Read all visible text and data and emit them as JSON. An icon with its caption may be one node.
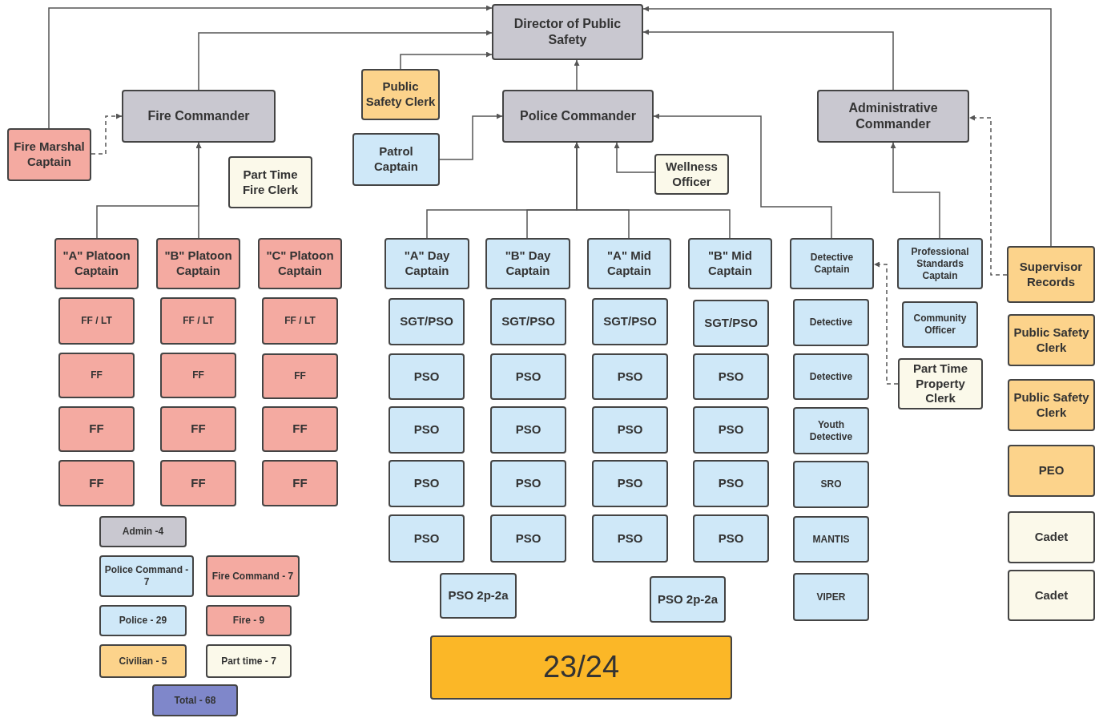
{
  "diagram": {
    "nodes": [
      {
        "text": [
          "Director of Public Safety"
        ]
      },
      {
        "text": [
          "Fire Commander"
        ]
      },
      {
        "text": [
          "Public Safety Clerk"
        ]
      },
      {
        "text": [
          "Police Commander"
        ]
      },
      {
        "text": [
          "Administrative Commander"
        ]
      },
      {
        "text": [
          "Fire Marshal Captain"
        ]
      },
      {
        "text": [
          "Patrol Captain"
        ]
      },
      {
        "text": [
          "Part Time Fire Clerk"
        ]
      },
      {
        "text": [
          "Wellness Officer"
        ]
      },
      {
        "text": [
          "\"A\" Platoon Captain"
        ]
      },
      {
        "text": [
          "\"B\" Platoon Captain"
        ]
      },
      {
        "text": [
          "\"C\" Platoon Captain"
        ]
      },
      {
        "text": [
          "\"A\" Day Captain"
        ]
      },
      {
        "text": [
          "\"B\" Day Captain"
        ]
      },
      {
        "text": [
          "\"A\" Mid Captain"
        ]
      },
      {
        "text": [
          "\"B\" Mid Captain"
        ]
      },
      {
        "text": [
          "Detective Captain"
        ]
      },
      {
        "text": [
          "Professional Standards Captain"
        ]
      },
      {
        "text": [
          "Supervisor Records"
        ]
      },
      {
        "text": [
          "FF / LT"
        ]
      },
      {
        "text": [
          "FF / LT"
        ]
      },
      {
        "text": [
          "FF / LT"
        ]
      },
      {
        "text": [
          "SGT/PSO"
        ]
      },
      {
        "text": [
          "SGT/PSO"
        ]
      },
      {
        "text": [
          "SGT/PSO"
        ]
      },
      {
        "text": [
          "SGT/PSO"
        ]
      },
      {
        "text": [
          "Detective"
        ]
      },
      {
        "text": [
          "Community Officer"
        ]
      },
      {
        "text": [
          "Public Safety Clerk"
        ]
      },
      {
        "text": [
          "FF"
        ]
      },
      {
        "text": [
          "FF"
        ]
      },
      {
        "text": [
          "FF"
        ]
      },
      {
        "text": [
          "PSO"
        ]
      },
      {
        "text": [
          "PSO"
        ]
      },
      {
        "text": [
          "PSO"
        ]
      },
      {
        "text": [
          "PSO"
        ]
      },
      {
        "text": [
          "Detective"
        ]
      },
      {
        "text": [
          "Part Time Property Clerk"
        ]
      },
      {
        "text": [
          "Public Safety Clerk"
        ]
      },
      {
        "text": [
          "FF"
        ]
      },
      {
        "text": [
          "FF"
        ]
      },
      {
        "text": [
          "FF"
        ]
      },
      {
        "text": [
          "PSO"
        ]
      },
      {
        "text": [
          "PSO"
        ]
      },
      {
        "text": [
          "PSO"
        ]
      },
      {
        "text": [
          "PSO"
        ]
      },
      {
        "text": [
          "Youth Detective"
        ]
      },
      {
        "text": [
          "PEO"
        ]
      },
      {
        "text": [
          "FF"
        ]
      },
      {
        "text": [
          "FF"
        ]
      },
      {
        "text": [
          "FF"
        ]
      },
      {
        "text": [
          "PSO"
        ]
      },
      {
        "text": [
          "PSO"
        ]
      },
      {
        "text": [
          "PSO"
        ]
      },
      {
        "text": [
          "PSO"
        ]
      },
      {
        "text": [
          "SRO"
        ]
      },
      {
        "text": [
          "Cadet"
        ]
      },
      {
        "text": [
          "Admin -4"
        ]
      },
      {
        "text": [
          "PSO"
        ]
      },
      {
        "text": [
          "PSO"
        ]
      },
      {
        "text": [
          "PSO"
        ]
      },
      {
        "text": [
          "PSO"
        ]
      },
      {
        "text": [
          "MANTIS"
        ]
      },
      {
        "text": [
          "Cadet"
        ]
      },
      {
        "text": [
          "Police Command - 7"
        ]
      },
      {
        "text": [
          "Fire Command - 7"
        ]
      },
      {
        "text": [
          "PSO 2p-2a"
        ]
      },
      {
        "text": [
          "PSO 2p-2a"
        ]
      },
      {
        "text": [
          "VIPER"
        ]
      },
      {
        "text": [
          "Police - 29"
        ]
      },
      {
        "text": [
          "Fire - 9"
        ]
      },
      {
        "text": [
          "23/24"
        ]
      },
      {
        "text": [
          "Civilian - 5"
        ]
      },
      {
        "text": [
          "Part time - 7"
        ]
      },
      {
        "text": [
          "Total - 68"
        ]
      }
    ],
    "edges": [
      {
        "from": 5,
        "to": 0,
        "arrow": "to"
      },
      {
        "from": 1,
        "to": 0,
        "arrow": "to"
      },
      {
        "from": 2,
        "to": 0,
        "arrow": "to"
      },
      {
        "from": 3,
        "to": 0,
        "arrow": "to"
      },
      {
        "from": 4,
        "to": 0,
        "arrow": "to"
      },
      {
        "from": 18,
        "to": 0,
        "arrow": "to"
      },
      {
        "from": 5,
        "to": 1,
        "arrow": "to",
        "style": "dashed"
      },
      {
        "from": 9,
        "to": 1,
        "arrow": "to"
      },
      {
        "from": 10,
        "to": 1,
        "arrow": "to"
      },
      {
        "from": 6,
        "to": 3,
        "arrow": "to"
      },
      {
        "from": 8,
        "to": 3,
        "arrow": "to"
      },
      {
        "from": 12,
        "to": 3,
        "arrow": "to"
      },
      {
        "from": 13,
        "to": 3,
        "arrow": "to"
      },
      {
        "from": 14,
        "to": 3,
        "arrow": "to"
      },
      {
        "from": 15,
        "to": 3,
        "arrow": "to"
      },
      {
        "from": 16,
        "to": 3,
        "arrow": "to"
      },
      {
        "from": 37,
        "to": 16,
        "arrow": "to",
        "style": "dashed"
      },
      {
        "from": 17,
        "to": 4,
        "arrow": "to"
      },
      {
        "from": 18,
        "to": 4,
        "arrow": "to",
        "style": "dashed"
      }
    ]
  }
}
